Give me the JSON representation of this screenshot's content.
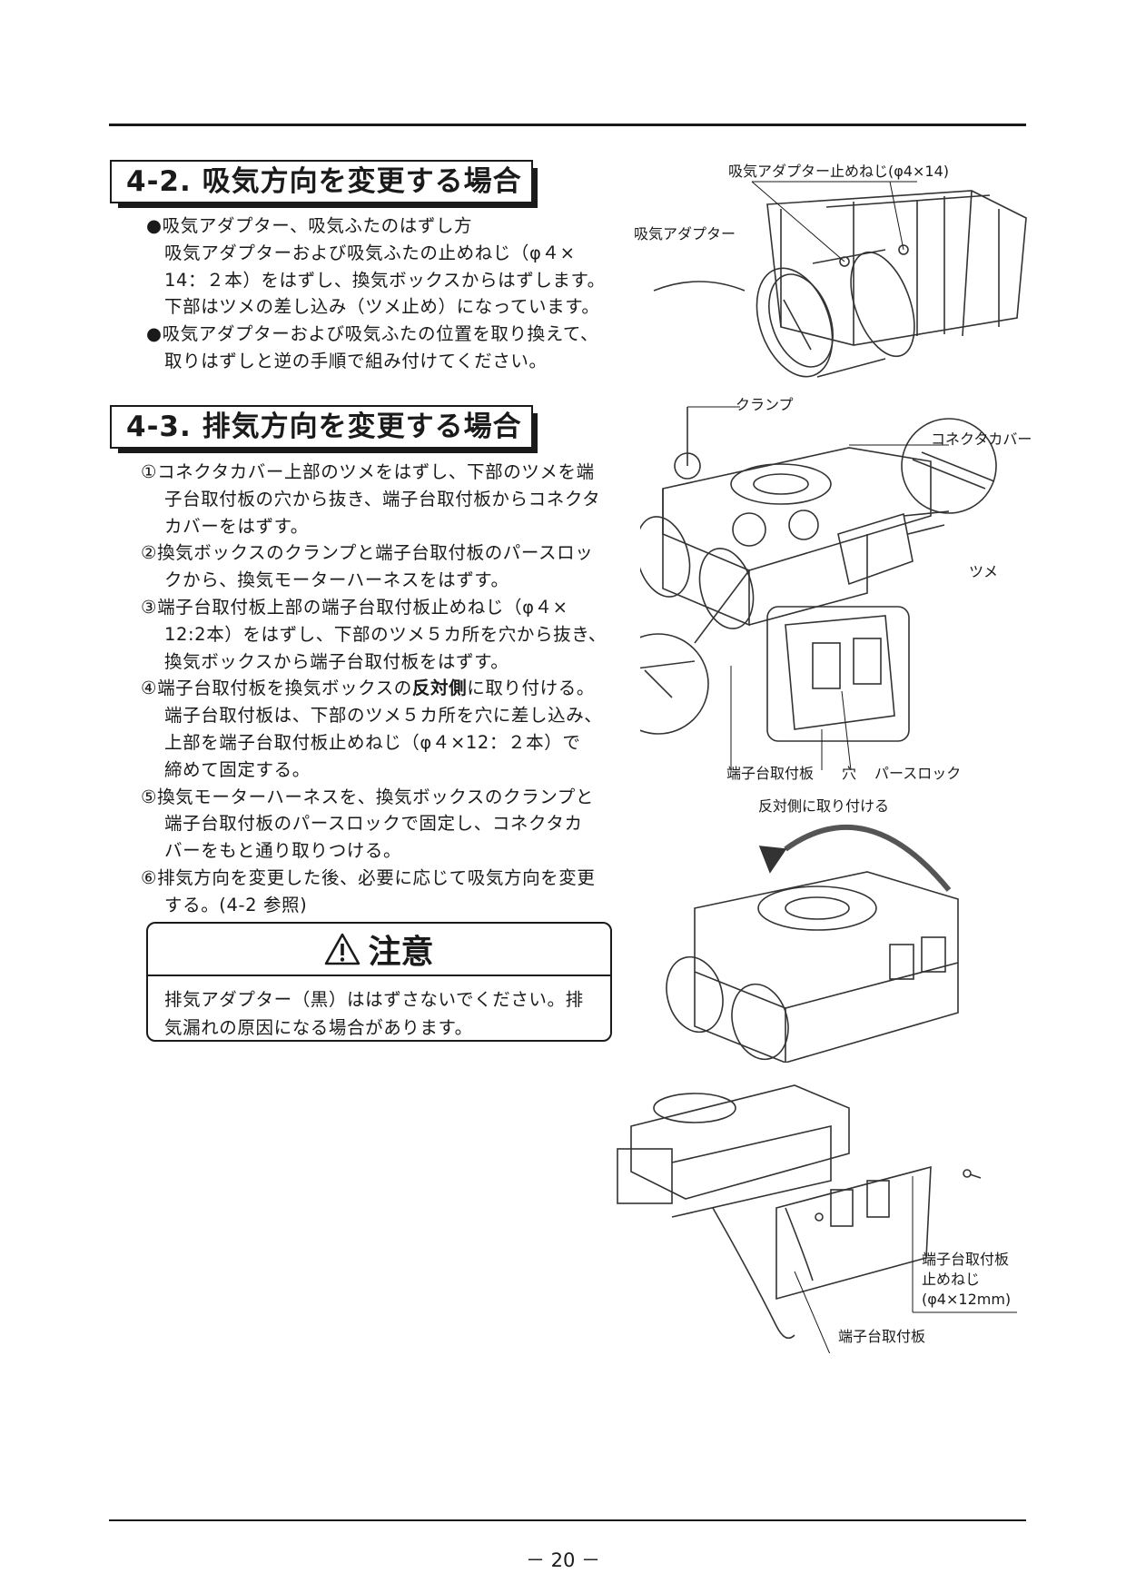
{
  "section_42": {
    "title": "4-2. 吸気方向を変更する場合",
    "lines": [
      "●吸気アダプター、吸気ふたのはずし方",
      "吸気アダプターおよび吸気ふたの止めねじ（φ４×",
      "14：２本）をはずし、換気ボックスからはずします。",
      "下部はツメの差し込み（ツメ止め）になっています。",
      "●吸気アダプターおよび吸気ふたの位置を取り換えて、",
      "取りはずしと逆の手順で組み付けてください。"
    ]
  },
  "section_43": {
    "title": "4-3. 排気方向を変更する場合",
    "lines": [
      "①コネクタカバー上部のツメをはずし、下部のツメを端",
      "子台取付板の穴から抜き、端子台取付板からコネクタ",
      "カバーをはずす。",
      "②換気ボックスのクランプと端子台取付板のパースロッ",
      "クから、換気モーターハーネスをはずす。",
      "③端子台取付板上部の端子台取付板止めねじ（φ４×",
      "12:2本）をはずし、下部のツメ５カ所を穴から抜き、",
      "換気ボックスから端子台取付板をはずす。",
      "④端子台取付板を換気ボックスの",
      "反対側",
      "に取り付ける。",
      "端子台取付板は、下部のツメ５カ所を穴に差し込み、",
      "上部を端子台取付板止めねじ（φ４×12：２本）で",
      "締めて固定する。",
      "⑤換気モーターハーネスを、換気ボックスのクランプと",
      "端子台取付板のパースロックで固定し、コネクタカ",
      "バーをもと通り取りつける。",
      "⑥排気方向を変更した後、必要に応じて吸気方向を変更",
      "する。(4-2 参照)"
    ]
  },
  "caution": {
    "title": "注意",
    "lines": [
      "排気アダプター（黒）ははずさないでください。排",
      "気漏れの原因になる場合があります。"
    ]
  },
  "figure_labels": {
    "screw_intake": "吸気アダプター止めねじ(φ4×14)",
    "intake_adapter": "吸気アダプター",
    "clamp": "クランプ",
    "connector_cover": "コネクタカバー",
    "tab": "ツメ",
    "terminal_plate": "端子台取付板",
    "hole": "穴",
    "perth_lock": "パースロック",
    "attach_opposite": "反対側に取り付ける",
    "screw_plate_1": "端子台取付板",
    "screw_plate_2": "止めねじ",
    "screw_plate_3": "(φ4×12mm)",
    "terminal_plate_2": "端子台取付板"
  },
  "page": {
    "number": "－ 20 －"
  }
}
